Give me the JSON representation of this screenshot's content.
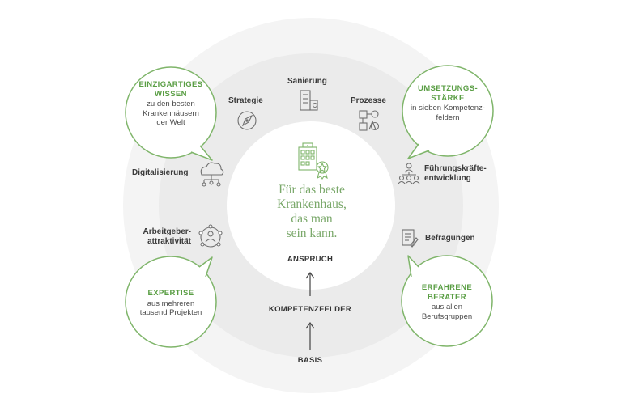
{
  "center": {
    "lines": [
      "Für das beste",
      "Krankenhaus,",
      "das man",
      "sein kann."
    ]
  },
  "stack": {
    "top": "ANSPRUCH",
    "middle": "KOMPETENZFELDER",
    "bottom": "BASIS"
  },
  "bubbles": {
    "top_left": {
      "title_lines": [
        "EINZIGARTIGES",
        "WISSEN"
      ],
      "sub_lines": [
        "zu den besten",
        "Krankenhäusern",
        "der Welt"
      ]
    },
    "top_right": {
      "title_lines": [
        "UMSETZUNGS-",
        "STÄRKE"
      ],
      "sub_lines": [
        "in sieben Kompetenz-",
        "feldern"
      ]
    },
    "bottom_left": {
      "title_lines": [
        "EXPERTISE"
      ],
      "sub_lines": [
        "aus mehreren",
        "tausend Projekten"
      ]
    },
    "bottom_right": {
      "title_lines": [
        "ERFAHRENE",
        "BERATER"
      ],
      "sub_lines": [
        "aus allen",
        "Berufsgruppen"
      ]
    }
  },
  "fields": {
    "strategie": {
      "label": "Strategie",
      "icon": "compass-icon"
    },
    "sanierung": {
      "label": "Sanierung",
      "icon": "building-icon"
    },
    "prozesse": {
      "label": "Prozesse",
      "icon": "process-icon"
    },
    "digitalisierung": {
      "label": "Digitalisierung",
      "icon": "cloud-network-icon"
    },
    "fuehrung": {
      "label_lines": [
        "Führungskräfte-",
        "entwicklung"
      ],
      "icon": "team-icon"
    },
    "arbeitgeber": {
      "label_lines": [
        "Arbeitgeber-",
        "attraktivität"
      ],
      "icon": "people-circle-icon"
    },
    "befragungen": {
      "label": "Befragungen",
      "icon": "survey-icon"
    }
  },
  "colors": {
    "accent_green": "#5a9e44",
    "center_text_green": "#7aa86a",
    "outer_ring": "#f3f3f3",
    "middle_ring": "#ebebeb",
    "inner_disc": "#ffffff",
    "bubble_border": "#7fb56a",
    "icon_gray": "#6f6f6f"
  }
}
